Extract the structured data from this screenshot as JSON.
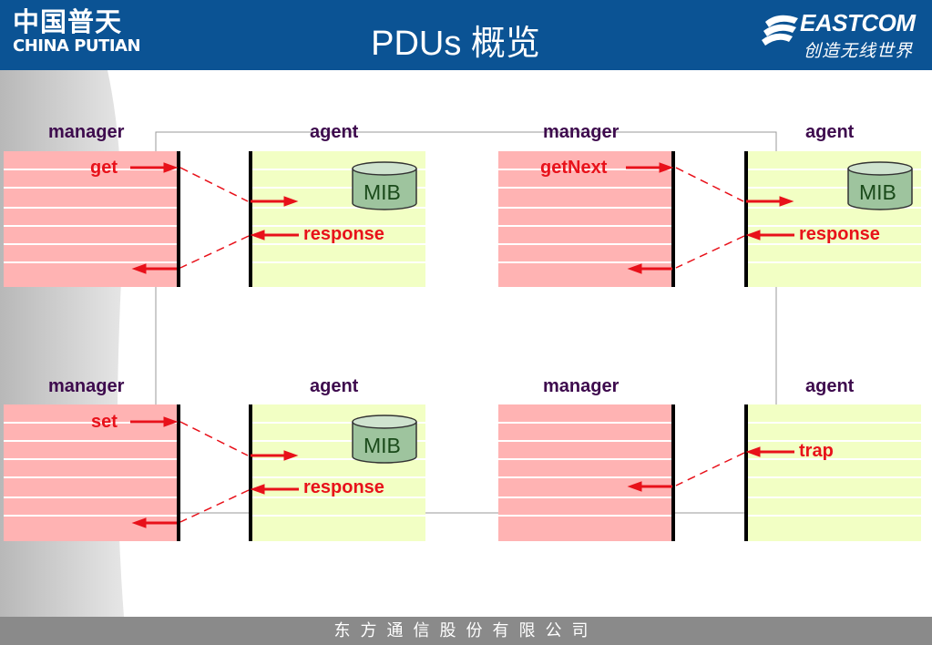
{
  "header": {
    "title": "PDUs 概览",
    "logo_left_cn": "中国普天",
    "logo_left_en": "CHINA PUTIAN",
    "logo_right_brand": "EASTCOM",
    "logo_right_slogan": "创造无线世界"
  },
  "footer": {
    "company": "东方通信股份有限公司"
  },
  "diagram": {
    "panels": [
      {
        "manager": "manager",
        "agent": "agent",
        "request": "get",
        "response": "response",
        "mib": "MIB"
      },
      {
        "manager": "manager",
        "agent": "agent",
        "request": "getNext",
        "response": "response",
        "mib": "MIB"
      },
      {
        "manager": "manager",
        "agent": "agent",
        "request": "set",
        "response": "response",
        "mib": "MIB"
      },
      {
        "manager": "manager",
        "agent": "agent",
        "trap": "trap"
      }
    ]
  },
  "colors": {
    "header_bg": "#0b5394",
    "manager_fill": "#ffb3b3",
    "agent_fill": "#f2ffc4",
    "arrow": "#e8111a",
    "label": "#3d0a4d",
    "mib_fill": "#9ec49e",
    "footer_bg": "#8a8a8a"
  }
}
